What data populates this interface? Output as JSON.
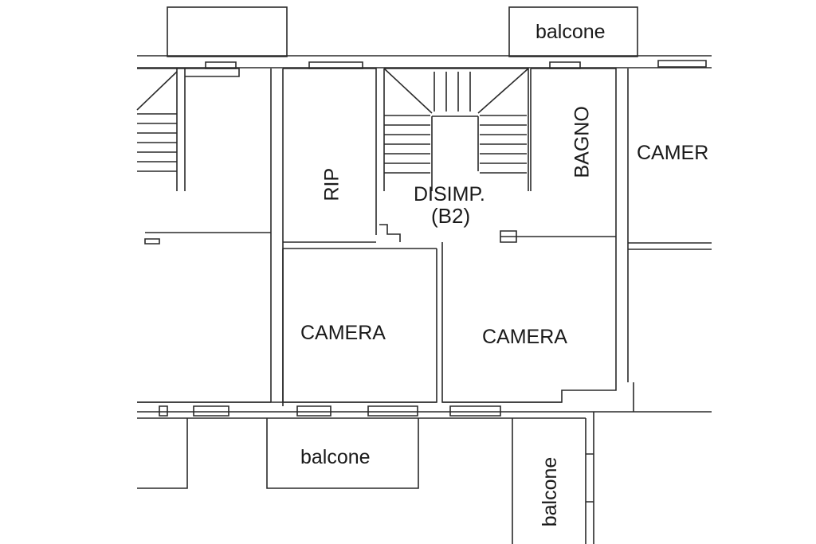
{
  "colors": {
    "wall": "#2a2a2a",
    "background": "#ffffff",
    "text": "#1a1a1a"
  },
  "labels": {
    "balcone_top": "balcone",
    "balcone_bottom": "balcone",
    "balcone_right": "balcone",
    "rip": "RIP",
    "disimp": "DISIMP.",
    "disimp_code": "(B2)",
    "bagno": "BAGNO",
    "camera_right_partial": "CAMER",
    "camera_left": "CAMERA",
    "camera_center": "CAMERA"
  }
}
